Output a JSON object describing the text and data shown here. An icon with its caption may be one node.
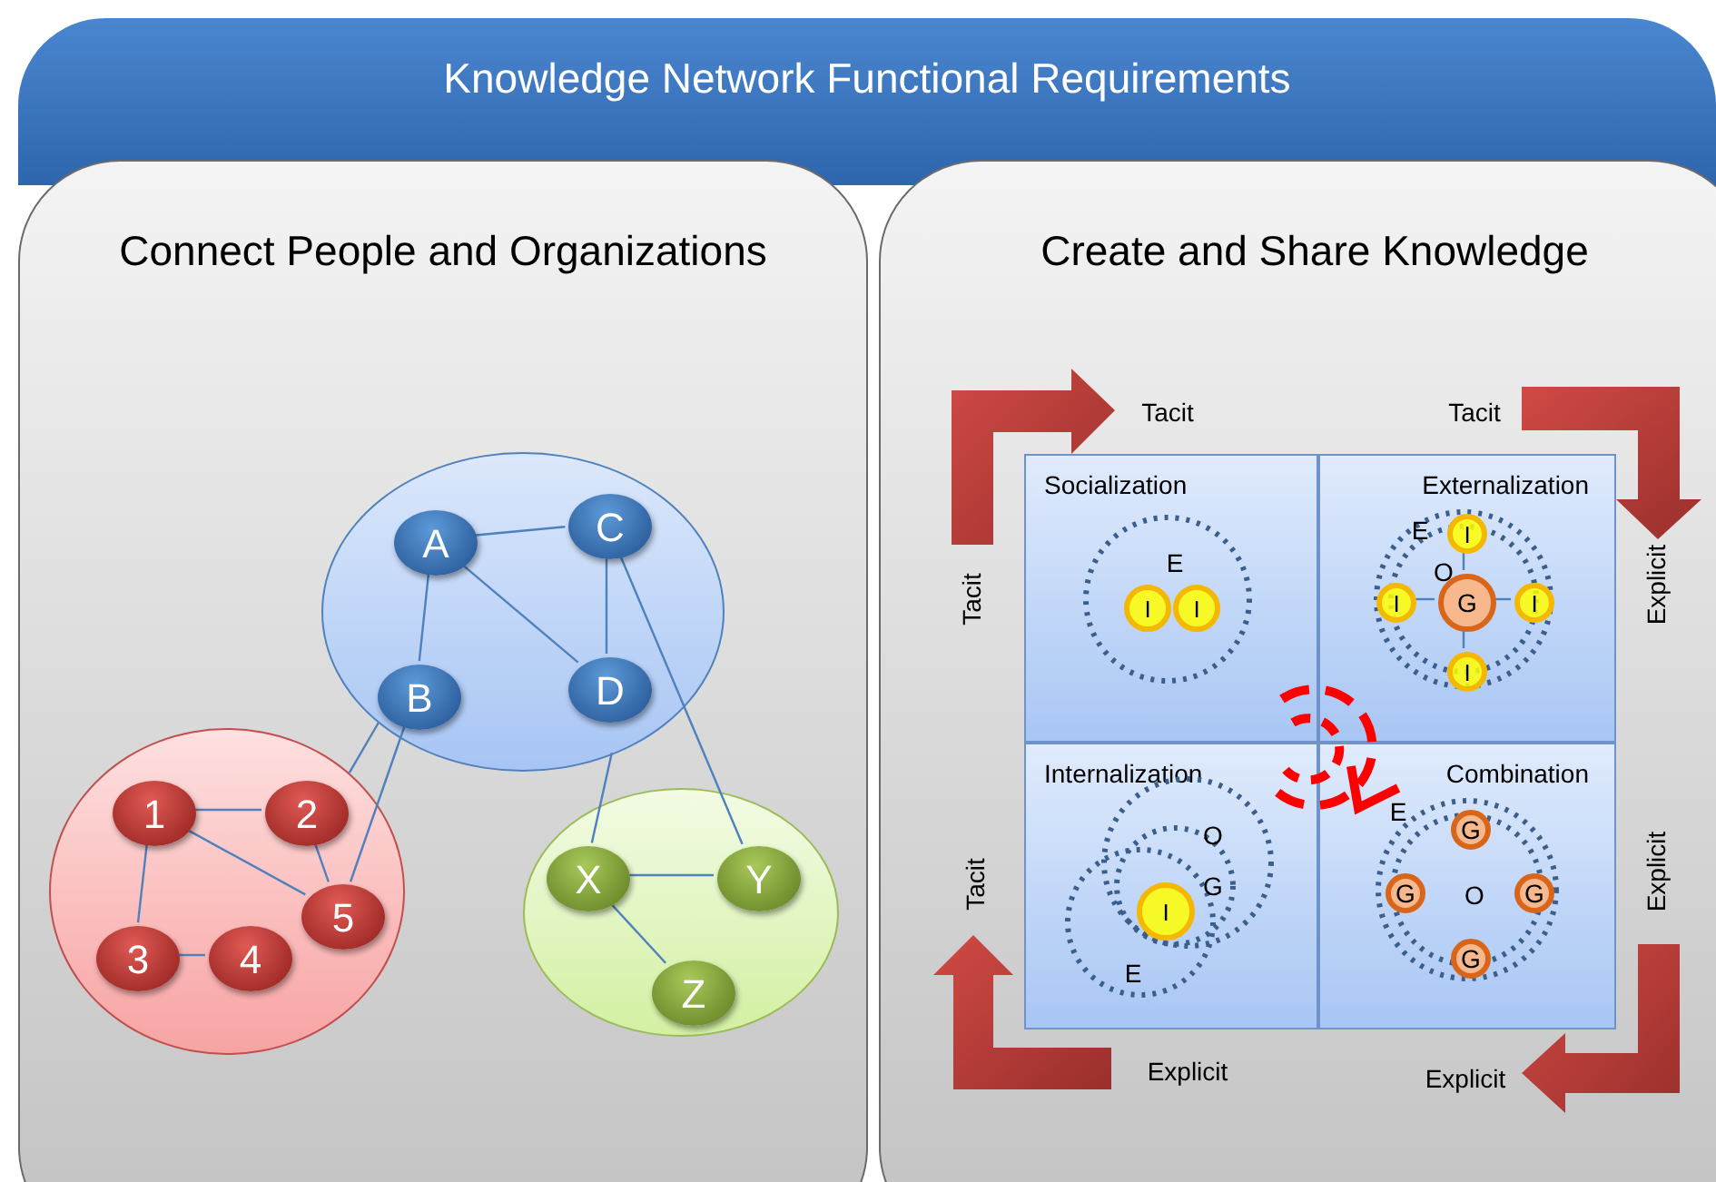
{
  "diagram": {
    "nodes": [
      {
        "text": [
          "Knowledge Network Functional Requirements"
        ]
      },
      {
        "text": [
          "Connect People and Organizations"
        ]
      },
      {
        "text": [
          "Create and Share Knowledge"
        ]
      },
      {
        "text": [],
        "shape": "ellipse",
        "in": 1
      },
      {
        "text": [
          "A"
        ],
        "in": 3
      },
      {
        "text": [
          "C"
        ],
        "in": 3
      },
      {
        "text": [
          "B"
        ],
        "in": 3
      },
      {
        "text": [
          "D"
        ],
        "in": 3
      },
      {
        "text": [],
        "shape": "ellipse",
        "in": 1
      },
      {
        "text": [
          "1"
        ],
        "in": 8
      },
      {
        "text": [
          "2"
        ],
        "in": 8
      },
      {
        "text": [
          "5"
        ],
        "in": 8
      },
      {
        "text": [
          "3"
        ],
        "in": 8
      },
      {
        "text": [
          "4"
        ],
        "in": 8
      },
      {
        "text": [],
        "shape": "ellipse",
        "in": 1
      },
      {
        "text": [
          "X"
        ],
        "in": 14
      },
      {
        "text": [
          "Y"
        ],
        "in": 14
      },
      {
        "text": [
          "Z"
        ],
        "in": 14
      },
      {
        "text": [
          "Socialization"
        ],
        "in": 2
      },
      {
        "text": [
          "I"
        ],
        "in": 18
      },
      {
        "text": [
          "I"
        ],
        "in": 18
      },
      {
        "text": [
          "Externalization"
        ],
        "in": 2
      },
      {
        "text": [
          "I"
        ],
        "in": 21
      },
      {
        "text": [
          "I"
        ],
        "in": 21
      },
      {
        "text": [
          "G"
        ],
        "in": 21
      },
      {
        "text": [
          "I"
        ],
        "in": 21
      },
      {
        "text": [
          "I"
        ],
        "in": 21
      },
      {
        "text": [
          "Internalization"
        ],
        "in": 2
      },
      {
        "text": [
          "I"
        ],
        "in": 27
      },
      {
        "text": [
          "Combination"
        ],
        "in": 2
      },
      {
        "text": [
          "G"
        ],
        "in": 29
      },
      {
        "text": [
          "G"
        ],
        "in": 29
      },
      {
        "text": [
          "G"
        ],
        "in": 29
      },
      {
        "text": [
          "G"
        ],
        "in": 29
      }
    ],
    "edges": [
      {
        "from": 4,
        "to": 5,
        "arrow": "none"
      },
      {
        "from": 4,
        "to": 6,
        "arrow": "none"
      },
      {
        "from": 4,
        "to": 7,
        "arrow": "none"
      },
      {
        "from": 5,
        "to": 7,
        "arrow": "none"
      },
      {
        "from": 5,
        "to": 16,
        "arrow": "none"
      },
      {
        "from": 3,
        "to": 8,
        "arrow": "none"
      },
      {
        "from": 6,
        "to": 11,
        "arrow": "none"
      },
      {
        "from": 3,
        "to": 15,
        "arrow": "none"
      },
      {
        "from": 9,
        "to": 10,
        "arrow": "none"
      },
      {
        "from": 9,
        "to": 11,
        "arrow": "none"
      },
      {
        "from": 10,
        "to": 11,
        "arrow": "none"
      },
      {
        "from": 9,
        "to": 12,
        "arrow": "none"
      },
      {
        "from": 12,
        "to": 13,
        "arrow": "none"
      },
      {
        "from": 15,
        "to": 16,
        "arrow": "none"
      },
      {
        "from": 15,
        "to": 17,
        "arrow": "none"
      },
      {
        "from": 24,
        "to": 22,
        "arrow": "none"
      },
      {
        "from": 24,
        "to": 23,
        "arrow": "none"
      },
      {
        "from": 24,
        "to": 25,
        "arrow": "none"
      },
      {
        "from": 24,
        "to": 26,
        "arrow": "none"
      }
    ],
    "labels": [
      "Tacit",
      "Tacit",
      "Tacit",
      "E",
      "E",
      "O",
      "Explicit",
      "O",
      "G",
      "E",
      "O",
      "E",
      "Tacit",
      "Explicit",
      "Explicit",
      "Explicit"
    ]
  }
}
